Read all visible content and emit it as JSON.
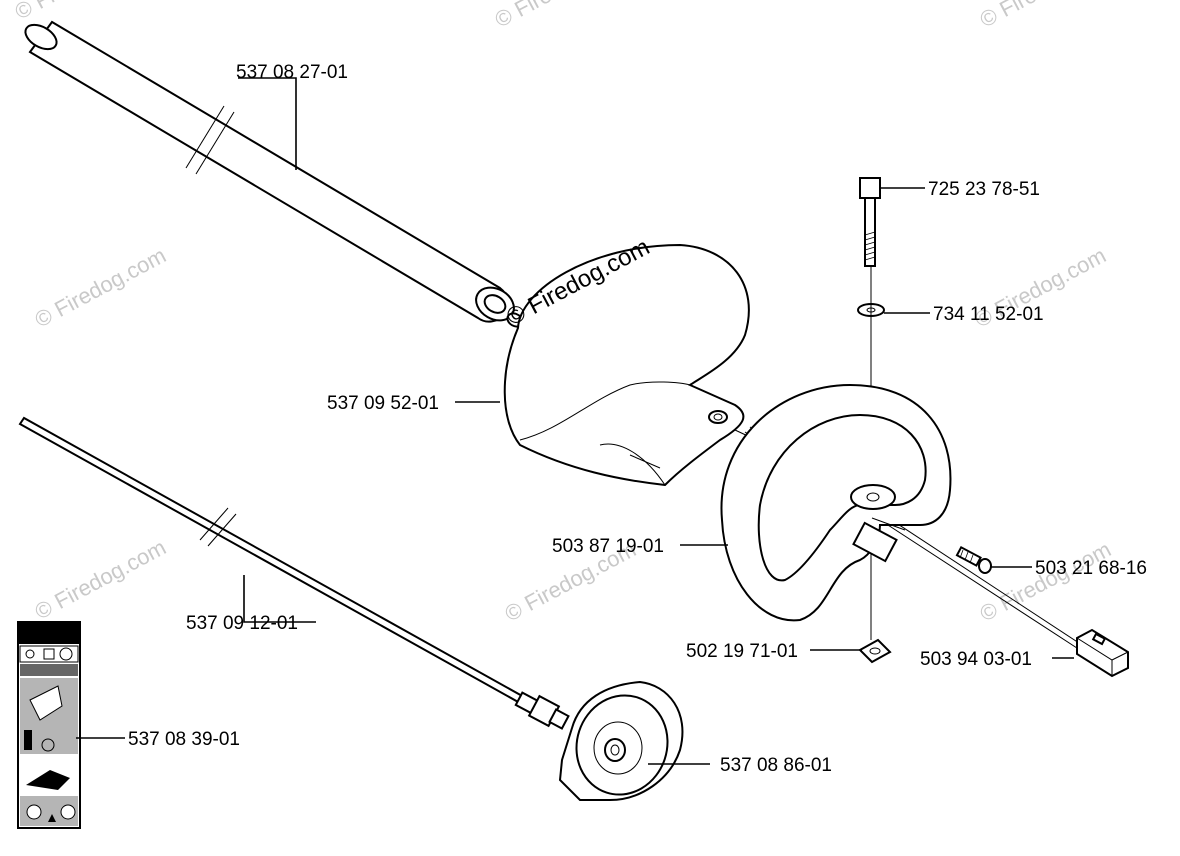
{
  "parts": [
    {
      "id": "tube",
      "label": "537 08 27-01"
    },
    {
      "id": "guard",
      "label": "537 09 52-01"
    },
    {
      "id": "drive-shaft",
      "label": "537 09 12-01"
    },
    {
      "id": "decal",
      "label": "537 08 39-01"
    },
    {
      "id": "bolt",
      "label": "725 23 78-51"
    },
    {
      "id": "washer",
      "label": "734 11 52-01"
    },
    {
      "id": "handle",
      "label": "503 87 19-01"
    },
    {
      "id": "screw",
      "label": "503 21 68-16"
    },
    {
      "id": "nut",
      "label": "502 19 71-01"
    },
    {
      "id": "stop",
      "label": "503 94 03-01"
    },
    {
      "id": "drive-disc",
      "label": "537 08 86-01"
    }
  ],
  "watermark": {
    "main": "© Firedog.com",
    "faint": "© Firedog.com"
  },
  "colors": {
    "ink": "#000000",
    "watermark": "#c9c9c9",
    "background": "#ffffff"
  }
}
